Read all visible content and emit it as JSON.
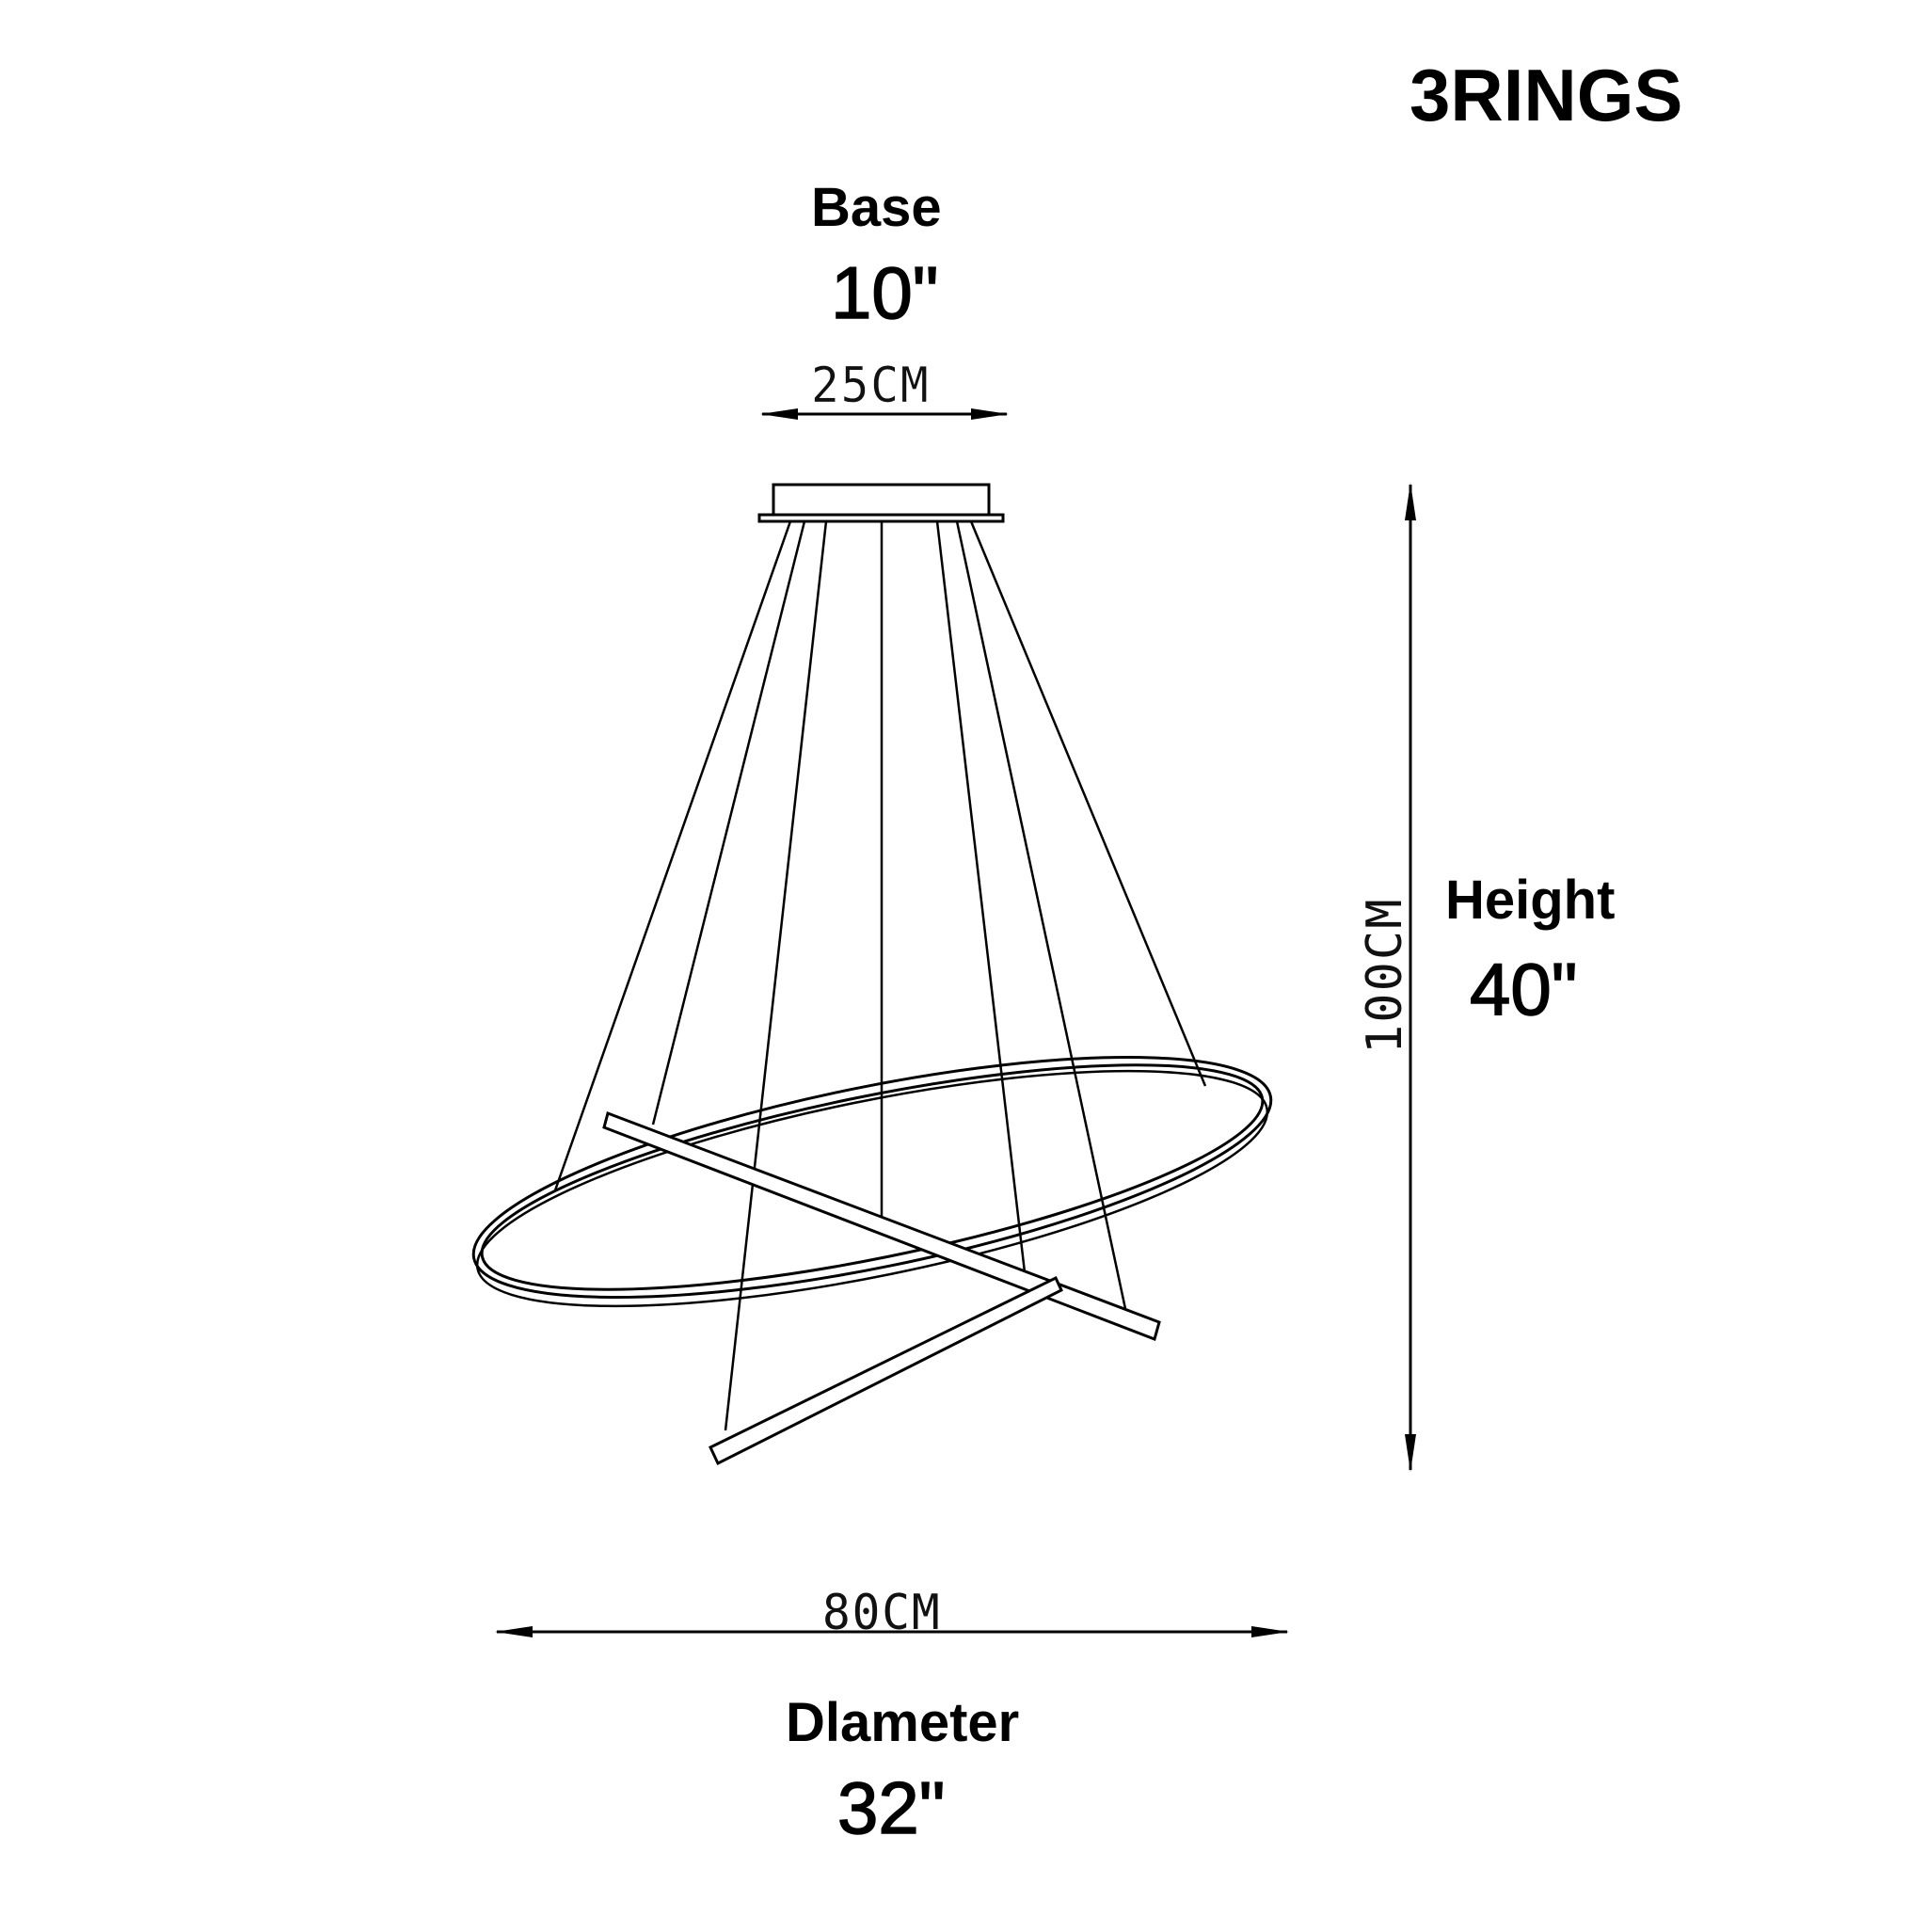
{
  "title": "3RINGS",
  "dimensions": {
    "base": {
      "label": "Base",
      "inches": "10\"",
      "cm": "25CM"
    },
    "height": {
      "label": "Height",
      "inches": "40\"",
      "cm": "100CM"
    },
    "diameter": {
      "label": "Dlameter",
      "inches": "32\"",
      "cm": "80CM"
    }
  },
  "drawing": {
    "subject": "three-ring pendant chandelier",
    "parts": [
      "ceiling-canopy",
      "suspension-wires",
      "large-ring",
      "middle-ring",
      "small-ring"
    ],
    "line_color": "#000000",
    "background": "#ffffff"
  }
}
